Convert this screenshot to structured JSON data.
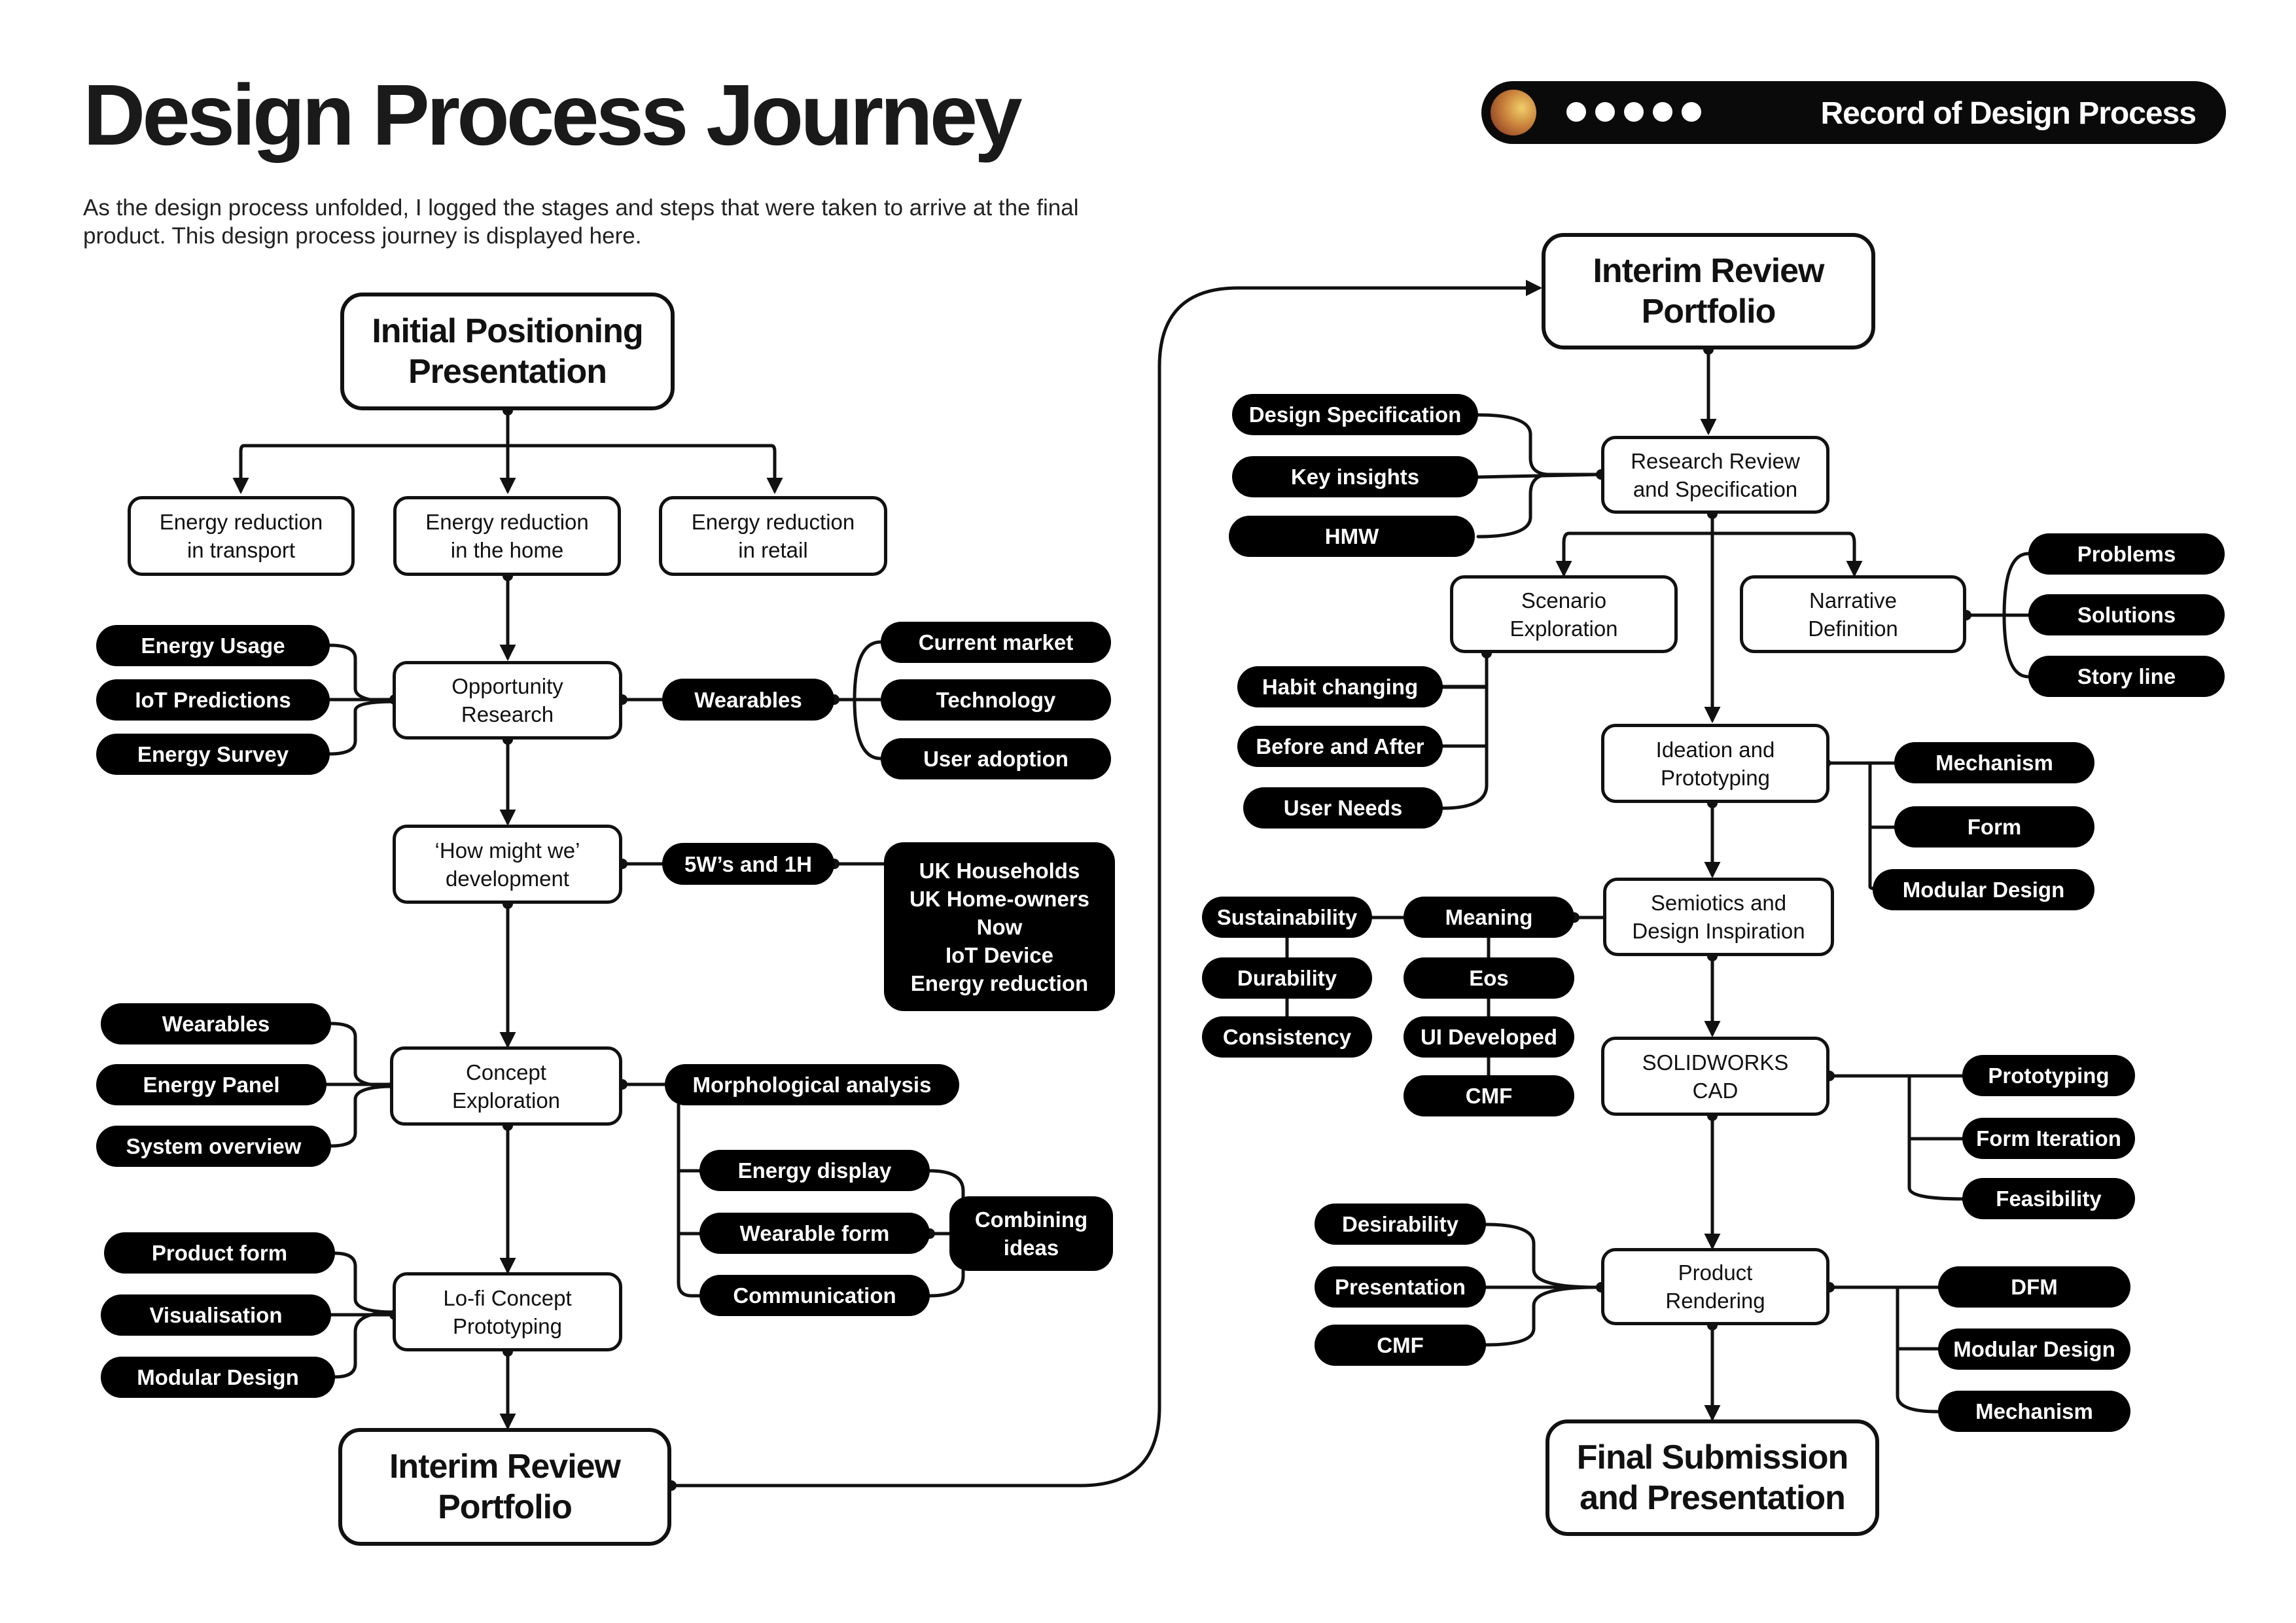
{
  "header": {
    "title": "Design Process Journey",
    "intro": "As the design process unfolded, I logged the stages and steps that were taken to arrive at the final product. This design process journey is displayed here.",
    "badge_label": "Record of Design Process",
    "badge_dot_count": 5,
    "badge_orb_colors": [
      "#f0cf6a",
      "#c8803a",
      "#7a2a1e"
    ]
  },
  "left": {
    "initial_positioning": "Initial Positioning\nPresentation",
    "energy_transport": "Energy reduction\nin transport",
    "energy_home": "Energy reduction\nin the home",
    "energy_retail": "Energy reduction\nin retail",
    "opportunity_research": "Opportunity\nResearch",
    "energy_usage": "Energy Usage",
    "iot_predictions": "IoT Predictions",
    "energy_survey": "Energy Survey",
    "wearables_hub": "Wearables",
    "current_market": "Current market",
    "technology": "Technology",
    "user_adoption": "User adoption",
    "hmw_development": "‘How might we’\ndevelopment",
    "five_w_one_h": "5W’s and 1H",
    "hmw_context": "UK Households\nUK Home-owners\nNow\nIoT Device\nEnergy reduction",
    "concept_exploration": "Concept\nExploration",
    "wearables": "Wearables",
    "energy_panel": "Energy Panel",
    "system_overview": "System overview",
    "morphological_analysis": "Morphological analysis",
    "energy_display": "Energy display",
    "wearable_form": "Wearable form",
    "communication": "Communication",
    "combining_ideas": "Combining\nideas",
    "lofi_prototyping": "Lo-fi Concept\nPrototyping",
    "product_form": "Product form",
    "visualisation": "Visualisation",
    "modular_design": "Modular Design",
    "interim_review": "Interim Review\nPortfolio"
  },
  "right": {
    "interim_review": "Interim Review\nPortfolio",
    "research_review": "Research Review\nand Specification",
    "design_specification": "Design Specification",
    "key_insights": "Key insights",
    "hmw": "HMW",
    "scenario_exploration": "Scenario\nExploration",
    "habit_changing": "Habit changing",
    "before_after": "Before and After",
    "user_needs": "User Needs",
    "narrative_definition": "Narrative\nDefinition",
    "problems": "Problems",
    "solutions": "Solutions",
    "story_line": "Story line",
    "ideation_prototyping": "Ideation and\nPrototyping",
    "mechanism": "Mechanism",
    "form": "Form",
    "modular_design": "Modular Design",
    "semiotics": "Semiotics and\nDesign Inspiration",
    "meaning": "Meaning",
    "eos": "Eos",
    "ui_developed": "UI Developed",
    "cmf_semiotics": "CMF",
    "sustainability": "Sustainability",
    "durability": "Durability",
    "consistency": "Consistency",
    "solidworks_cad": "SOLIDWORKS\nCAD",
    "prototyping": "Prototyping",
    "form_iteration": "Form Iteration",
    "feasibility": "Feasibility",
    "product_rendering": "Product\nRendering",
    "desirability": "Desirability",
    "presentation": "Presentation",
    "cmf_rendering": "CMF",
    "dfm": "DFM",
    "modular_design_2": "Modular Design",
    "mechanism_2": "Mechanism",
    "final_submission": "Final Submission\nand Presentation"
  }
}
